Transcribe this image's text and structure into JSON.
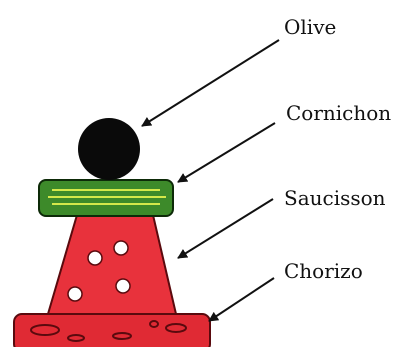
{
  "labels": {
    "olive": "Olive",
    "cornichon": "Cornichon",
    "saucisson": "Saucisson",
    "chorizo": "Chorizo"
  },
  "colors": {
    "olive": "#0a0a0a",
    "cornichon_fill": "#3d8a2a",
    "cornichon_stripe": "#d4e84a",
    "saucisson_fill": "#e8323c",
    "saucisson_dots": "#ffffff",
    "chorizo_fill": "#e02a34",
    "chorizo_spots": "#f2a7ab",
    "arrow": "#111111"
  }
}
